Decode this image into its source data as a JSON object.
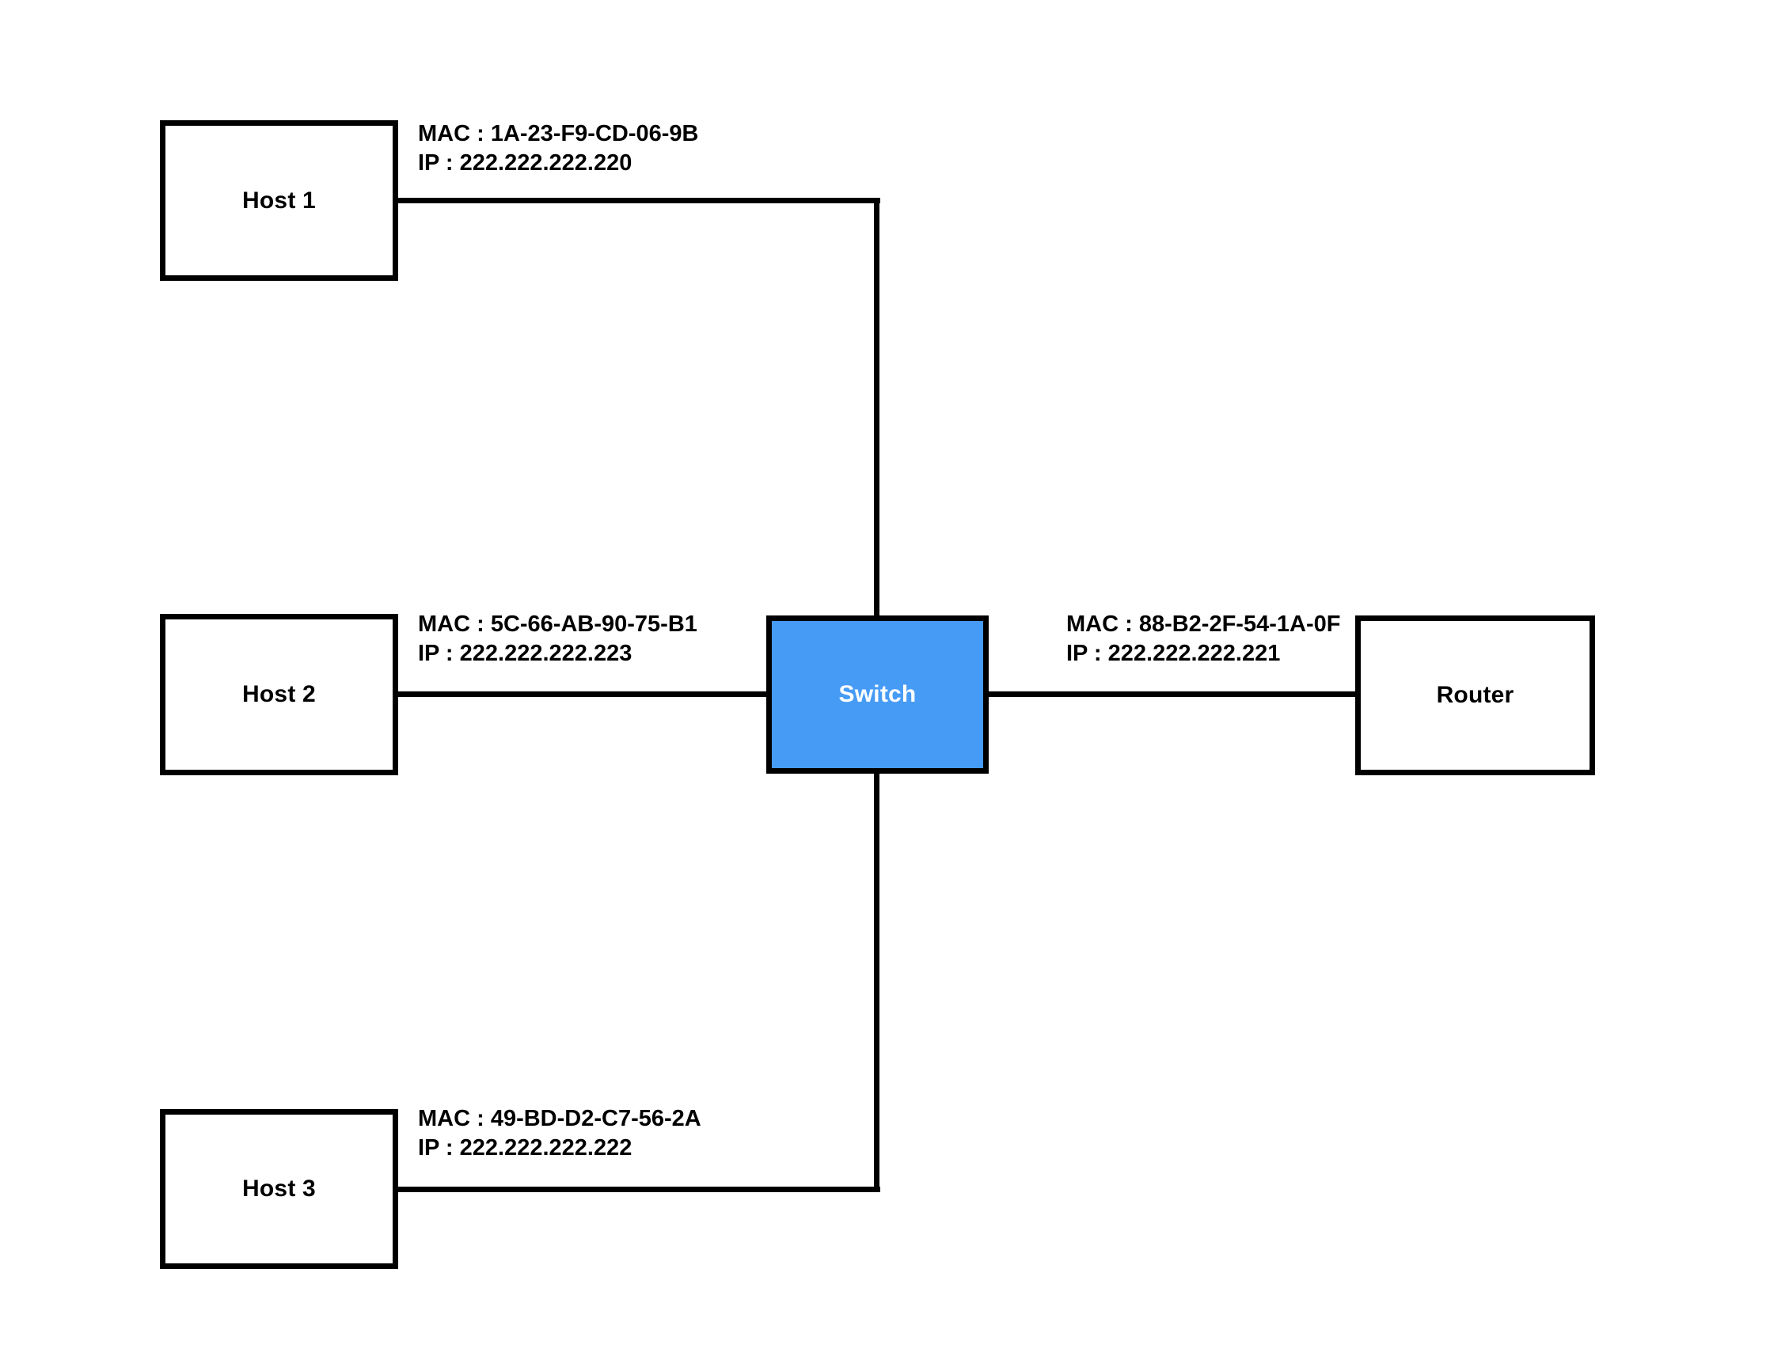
{
  "diagram": {
    "type": "network-topology",
    "nodes": {
      "host1": {
        "label": "Host 1"
      },
      "host2": {
        "label": "Host 2"
      },
      "host3": {
        "label": "Host 3"
      },
      "switch": {
        "label": "Switch"
      },
      "router": {
        "label": "Router"
      }
    },
    "annotations": {
      "host1": {
        "mac_line": "MAC : 1A-23-F9-CD-06-9B",
        "ip_line": "IP : 222.222.222.220"
      },
      "host2": {
        "mac_line": "MAC : 5C-66-AB-90-75-B1",
        "ip_line": "IP : 222.222.222.223"
      },
      "host3": {
        "mac_line": "MAC : 49-BD-D2-C7-56-2A",
        "ip_line": "IP : 222.222.222.222"
      },
      "router": {
        "mac_line": "MAC : 88-B2-2F-54-1A-0F",
        "ip_line": "IP : 222.222.222.221"
      }
    },
    "edges": [
      {
        "from": "host1",
        "to": "switch"
      },
      {
        "from": "host2",
        "to": "switch"
      },
      {
        "from": "host3",
        "to": "switch"
      },
      {
        "from": "switch",
        "to": "router"
      }
    ],
    "colors": {
      "background": "#FFFFFF",
      "node_fill": "#FFFFFF",
      "node_stroke": "#000000",
      "line": "#000000",
      "switch_fill": "#469BF5",
      "switch_text": "#FFFFFF",
      "text": "#000000"
    }
  }
}
